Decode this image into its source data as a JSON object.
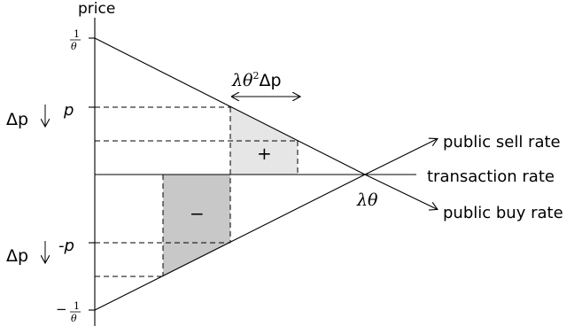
{
  "axis": {
    "y_label": "price",
    "top_fraction_num": "1",
    "top_fraction_den": "θ",
    "bottom_fraction_sign": "−",
    "bottom_fraction_num": "1",
    "bottom_fraction_den": "θ"
  },
  "labels": {
    "p": "p",
    "neg_p": "-p",
    "delta_p_top": "Δp",
    "delta_p_bottom": "Δp",
    "width_lambda": "λθ",
    "width_exp": "2",
    "width_delta": "Δp",
    "plus": "+",
    "minus": "−",
    "lambda_theta": "λθ"
  },
  "lines": {
    "sell": "public sell rate",
    "transaction": "transaction rate",
    "buy": "public buy rate"
  },
  "colors": {
    "plus_region": "#e6e6e6",
    "minus_region": "#c8c8c8",
    "line": "#000000"
  }
}
